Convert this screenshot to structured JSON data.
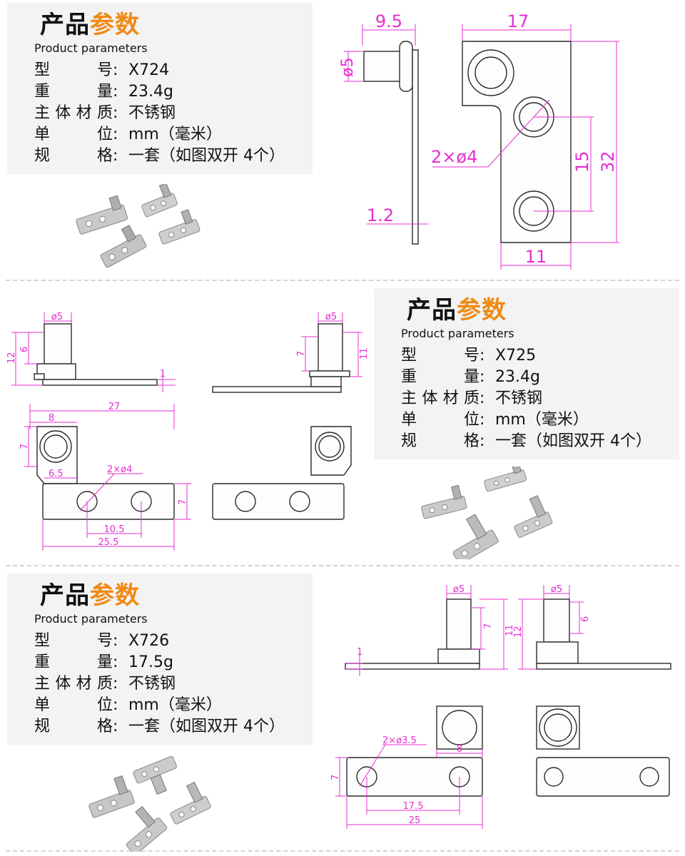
{
  "dim_color": "#e52fd0",
  "accent_color": "#f08a16",
  "products": [
    {
      "title_part1": "产品",
      "title_part2": "参数",
      "subtitle": "Product parameters",
      "rows": [
        {
          "label_chars": [
            "型",
            "号"
          ],
          "value": "X724"
        },
        {
          "label_chars": [
            "重",
            "量"
          ],
          "value": "23.4g"
        },
        {
          "label_chars": [
            "主",
            "体",
            "材",
            "质"
          ],
          "value": "不锈钢"
        },
        {
          "label_chars": [
            "单",
            "位"
          ],
          "value": "mm（毫米）"
        },
        {
          "label_chars": [
            "规",
            "格"
          ],
          "value": "一套（如图双开 4个）"
        }
      ],
      "dims": {
        "pin_length": "9.5",
        "pin_diameter": "ø5",
        "thickness": "1.2",
        "width": "17",
        "height": "32",
        "hole_spacing": "15",
        "lower_width": "11",
        "holes": "2×ø4"
      }
    },
    {
      "title_part1": "产品",
      "title_part2": "参数",
      "subtitle": "Product parameters",
      "rows": [
        {
          "label_chars": [
            "型",
            "号"
          ],
          "value": "X725"
        },
        {
          "label_chars": [
            "重",
            "量"
          ],
          "value": "23.4g"
        },
        {
          "label_chars": [
            "主",
            "体",
            "材",
            "质"
          ],
          "value": "不锈钢"
        },
        {
          "label_chars": [
            "单",
            "位"
          ],
          "value": "mm（毫米）"
        },
        {
          "label_chars": [
            "规",
            "格"
          ],
          "value": "一套（如图双开 4个）"
        }
      ],
      "dims": {
        "pin_diameter_left": "ø5",
        "pin_height_left": "6",
        "total_height_left": "12",
        "thickness": "1",
        "pin_diameter_right": "ø5",
        "pin_height_right": "7",
        "total_height_right": "11",
        "total_width": "27",
        "top_width": "8",
        "top_height": "7",
        "offset": "6.5",
        "holes": "2×ø4",
        "plate_height": "7",
        "hole_spacing": "10.5",
        "plate_width": "25.5"
      }
    },
    {
      "title_part1": "产品",
      "title_part2": "参数",
      "subtitle": "Product parameters",
      "rows": [
        {
          "label_chars": [
            "型",
            "号"
          ],
          "value": "X726"
        },
        {
          "label_chars": [
            "重",
            "量"
          ],
          "value": "17.5g"
        },
        {
          "label_chars": [
            "主",
            "体",
            "材",
            "质"
          ],
          "value": "不锈钢"
        },
        {
          "label_chars": [
            "单",
            "位"
          ],
          "value": "mm（毫米）"
        },
        {
          "label_chars": [
            "规",
            "格"
          ],
          "value": "一套（如图双开 4个）"
        }
      ],
      "dims": {
        "pin_diameter_a": "ø5",
        "pin_height_a": "7",
        "total_height_a": "11",
        "thickness": "1",
        "pin_diameter_b": "ø5",
        "pin_height_b": "6",
        "total_height_b": "12",
        "holes": "2×ø3.5",
        "top_width": "8",
        "plate_height": "7",
        "hole_spacing": "17.5",
        "plate_width": "25"
      }
    }
  ]
}
